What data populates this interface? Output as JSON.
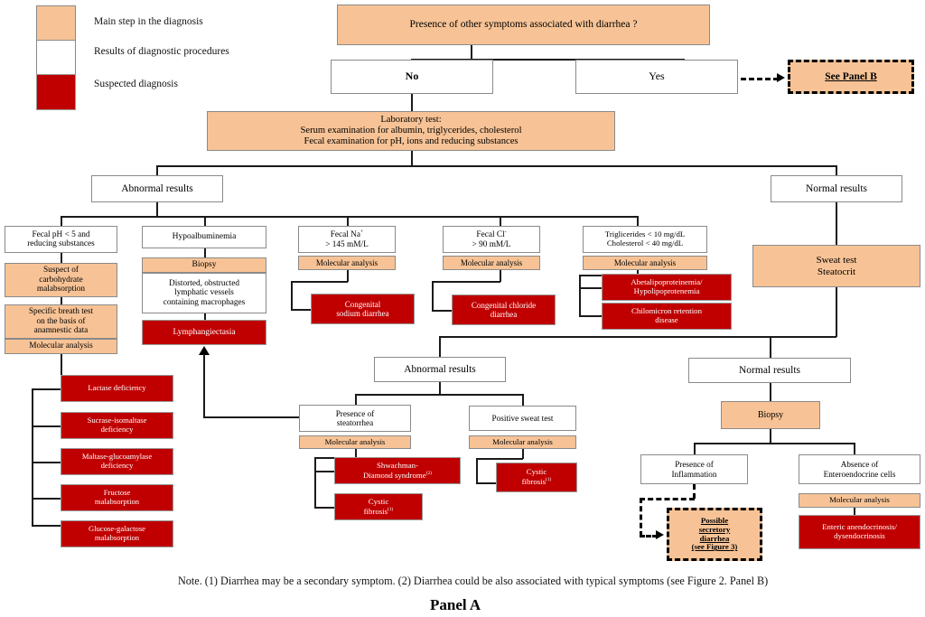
{
  "legend": {
    "items": [
      {
        "swatch": "orange",
        "label": "Main step in the diagnosis"
      },
      {
        "swatch": "white",
        "label": "Results of diagnostic procedures"
      },
      {
        "swatch": "red",
        "label": "Suspected diagnosis"
      }
    ]
  },
  "colors": {
    "main_step": "#f7c396",
    "results": "#ffffff",
    "suspected": "#c00000",
    "line": "#1a1a1a"
  },
  "nodes": {
    "root_question": "Presence of other symptoms associated with diarrhea ?",
    "answer_no": "No",
    "answer_yes": "Yes",
    "see_panel_b": "See Panel B",
    "lab_test_l1": "Laboratory test:",
    "lab_test_l2": "Serum examination for  albumin, triglycerides, cholesterol",
    "lab_test_l3": "Fecal examination for pH, ions and reducing substances",
    "abnormal_results_1": "Abnormal results",
    "normal_results_1": "Normal results",
    "fecal_ph_l1": "Fecal pH < 5 and",
    "fecal_ph_l2": "reducing substances",
    "suspect_carb_l1": "Suspect of",
    "suspect_carb_l2": "carbohydrate",
    "suspect_carb_l3": "malabsorption",
    "breath_test_l1": "Specific breath test",
    "breath_test_l2": "on the basis of",
    "breath_test_l3": "anamnestic data",
    "mol_analysis": "Molecular  analysis",
    "lactase": "Lactase deficiency",
    "sucrase_l1": "Sucrase-isomaltase",
    "sucrase_l2": "deficiency",
    "maltase_l1": "Maltase-glucoamylase",
    "maltase_l2": "deficiency",
    "fructose_l1": "Fructose",
    "fructose_l2": "malabsorption",
    "glucose_gal_l1": "Glucose-galactose",
    "glucose_gal_l2": "malabsorption",
    "hypoalbuminemia": "Hypoalbuminemia",
    "biopsy": "Biopsy",
    "distorted_l1": "Distorted, obstructed",
    "distorted_l2": "lymphatic vessels",
    "distorted_l3": "containing macrophages",
    "lymphangiectasia": "Lymphangiectasia",
    "fecal_na_l1": "Fecal Na",
    "fecal_na_sup": "+",
    "fecal_na_l2": "> 145 mM/L",
    "congenital_na_l1": "Congenital",
    "congenital_na_l2": "sodium diarrhea",
    "fecal_cl_l1": "Fecal  Cl",
    "fecal_cl_sup": "-",
    "fecal_cl_l2": "> 90 mM/L",
    "congenital_cl_l1": "Congenital chloride",
    "congenital_cl_l2": "diarrhea",
    "trig_chol_l1": "Triglicerides < 10 mg/dL",
    "trig_chol_l2": "Cholesterol  < 40 mg/dL",
    "abeta_l1": "Abetalipoproteinemia/",
    "abeta_l2": "Hypolipoprotenemia",
    "chylo_l1": "Chilomicron retention",
    "chylo_l2": "disease",
    "sweat_test_l1": "Sweat test",
    "sweat_test_l2": "Steatocrit",
    "abnormal_results_2": "Abnormal results",
    "normal_results_2": "Normal results",
    "steatorrhea_l1": "Presence of",
    "steatorrhea_l2": "steatorrhea",
    "shwachman_l1": "Shwachman-",
    "shwachman_l2": "Diamond syndrome",
    "shwachman_sup": "(2)",
    "cystic_l1": "Cystic",
    "cystic_l2": "fibrosis",
    "cystic_sup": "(1)",
    "positive_sweat": "Positive sweat test",
    "cystic2_l1": "Cystic",
    "cystic2_l2": "fibrosis",
    "cystic2_sup": "(1)",
    "biopsy2": "Biopsy",
    "inflammation_l1": "Presence of",
    "inflammation_l2": "Inflammation",
    "secretory_l1": "Possible",
    "secretory_l2": "secretory",
    "secretory_l3": "diarrhea",
    "secretory_l4": "(see Figure 3)",
    "absence_entero_l1": "Absence of",
    "absence_entero_l2": "Enteroendocrine cells",
    "mol_analysis2": "Molecular  analysis",
    "enteric_l1": "Enteric anendocrinosis/",
    "enteric_l2": "dysendocrinosis"
  },
  "footer": {
    "note": "Note. (1) Diarrhea may be a secondary symptom. (2) Diarrhea could be also associated with typical symptoms (see Figure 2. Panel B)",
    "panel_title": "Panel A"
  }
}
